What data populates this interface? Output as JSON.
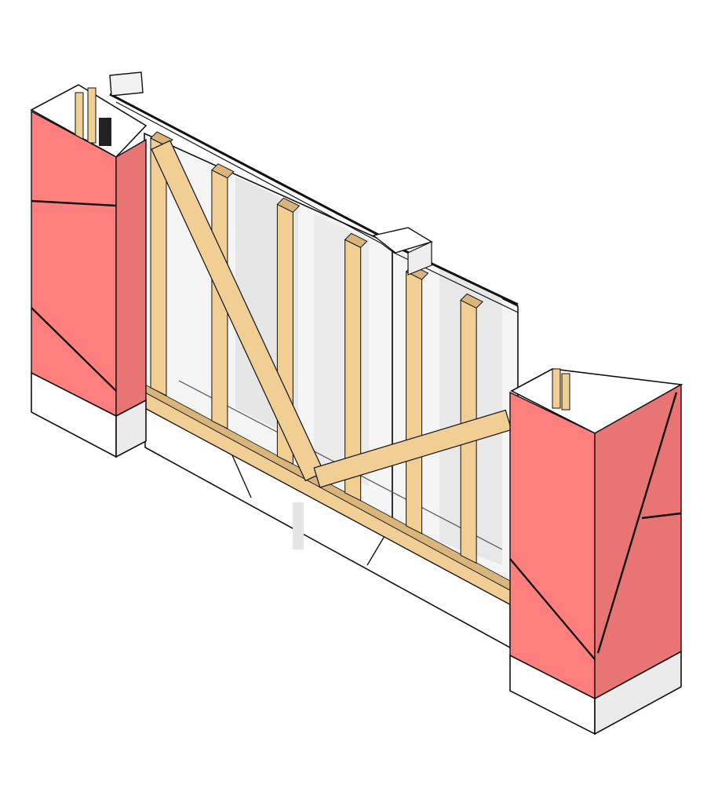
{
  "colors": {
    "background": "#ffffff",
    "cladding_front": "#ff7f7f",
    "cladding_side": "#e97474",
    "cladding_joint": "#1a1a1a",
    "foundation_front": "#ffffff",
    "foundation_side": "#ebebeb",
    "sheathing_panel": "#f4f4f4",
    "sheathing_shadow": "#e2e2e2",
    "timber_face": "#f0ce94",
    "timber_side": "#d9b57b",
    "timber_dark": "#c9a25e",
    "outline": "#111111"
  },
  "components": [
    "foundation-left",
    "foundation-middle",
    "foundation-right",
    "sill-plate",
    "bottom-plate",
    "top-plate",
    "stud",
    "diagonal-brace",
    "sheathing",
    "cladding-column-left",
    "cladding-column-right",
    "column-cap"
  ],
  "studs": [
    {
      "t": 0.0
    },
    {
      "t": 0.14
    },
    {
      "t": 0.29
    },
    {
      "t": 0.445
    },
    {
      "t": 0.585
    },
    {
      "t": 0.71
    }
  ],
  "braces": [
    {
      "from": 0.02,
      "to": 0.51,
      "direction": "down-right"
    },
    {
      "from": 0.52,
      "to": 0.78,
      "direction": "up-right"
    }
  ]
}
